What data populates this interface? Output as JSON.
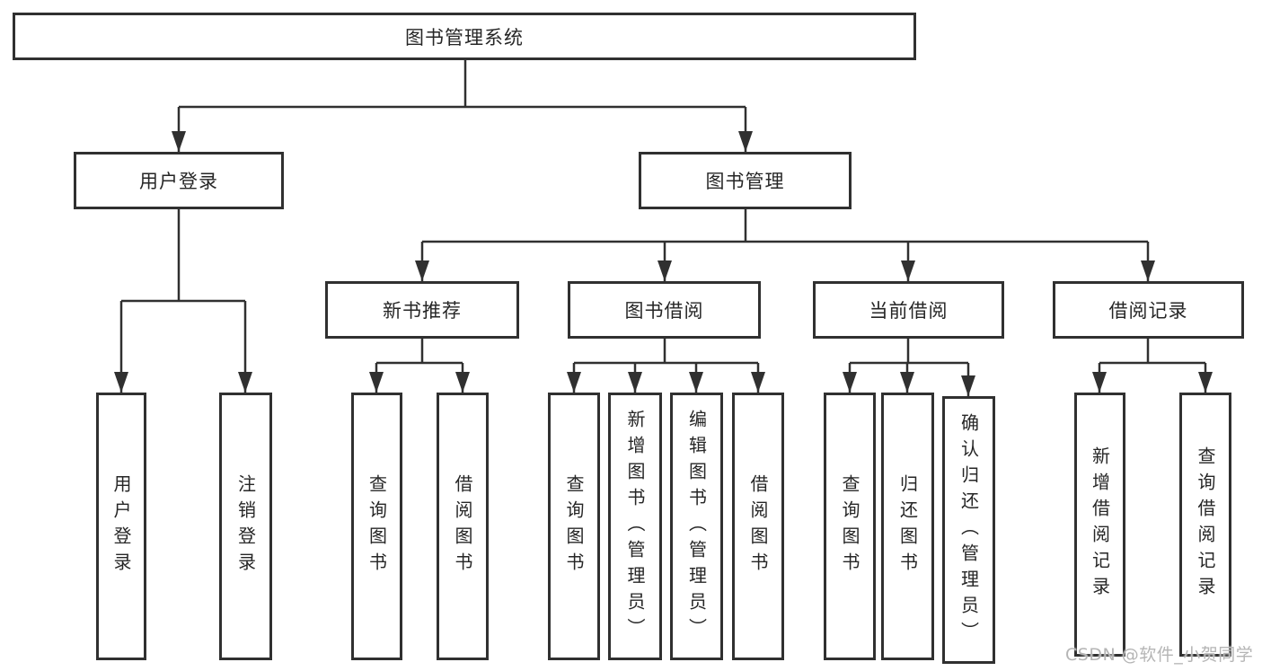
{
  "tree": {
    "root": {
      "label": "图书管理系统"
    },
    "branches": [
      {
        "label": "用户登录",
        "children": [
          {
            "label": "用户登录"
          },
          {
            "label": "注销登录"
          }
        ]
      },
      {
        "label": "图书管理",
        "children": [
          {
            "label": "新书推荐",
            "children": [
              {
                "label": "查询图书"
              },
              {
                "label": "借阅图书"
              }
            ]
          },
          {
            "label": "图书借阅",
            "children": [
              {
                "label": "查询图书"
              },
              {
                "label": "新增图书（管理员）"
              },
              {
                "label": "编辑图书（管理员）"
              },
              {
                "label": "借阅图书"
              }
            ]
          },
          {
            "label": "当前借阅",
            "children": [
              {
                "label": "查询图书"
              },
              {
                "label": "归还图书"
              },
              {
                "label": "确认归还（管理员）"
              }
            ]
          },
          {
            "label": "借阅记录",
            "children": [
              {
                "label": "新增借阅记录"
              },
              {
                "label": "查询借阅记录"
              }
            ]
          }
        ]
      }
    ]
  },
  "watermark": {
    "text": "CSDN @软件_小贺同学"
  },
  "colors": {
    "line": "#303030",
    "text": "#262626",
    "background": "#ffffff",
    "watermark": "#b5b5b5"
  }
}
